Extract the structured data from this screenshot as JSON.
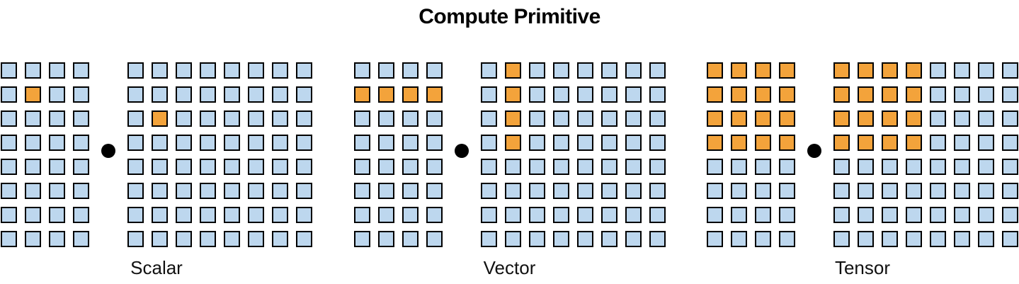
{
  "title": "Compute Primitive",
  "operator_symbol": "•",
  "colors": {
    "square_fill": "#BDD7EE",
    "square_highlight": "#F3A33B",
    "square_border": "#000000",
    "operator_dot": "#000000"
  },
  "groups": [
    {
      "label": "Scalar",
      "left_grid": {
        "rows": 8,
        "cols": 4,
        "highlighted": [
          [
            1,
            1
          ]
        ]
      },
      "right_grid": {
        "rows": 8,
        "cols": 8,
        "highlighted": [
          [
            2,
            1
          ]
        ]
      }
    },
    {
      "label": "Vector",
      "left_grid": {
        "rows": 8,
        "cols": 4,
        "highlighted": [
          [
            1,
            0
          ],
          [
            1,
            1
          ],
          [
            1,
            2
          ],
          [
            1,
            3
          ]
        ]
      },
      "right_grid": {
        "rows": 8,
        "cols": 8,
        "highlighted": [
          [
            0,
            1
          ],
          [
            1,
            1
          ],
          [
            2,
            1
          ],
          [
            3,
            1
          ]
        ]
      }
    },
    {
      "label": "Tensor",
      "left_grid": {
        "rows": 8,
        "cols": 4,
        "highlighted": [
          [
            0,
            0
          ],
          [
            0,
            1
          ],
          [
            0,
            2
          ],
          [
            0,
            3
          ],
          [
            1,
            0
          ],
          [
            1,
            1
          ],
          [
            1,
            2
          ],
          [
            1,
            3
          ],
          [
            2,
            0
          ],
          [
            2,
            1
          ],
          [
            2,
            2
          ],
          [
            2,
            3
          ],
          [
            3,
            0
          ],
          [
            3,
            1
          ],
          [
            3,
            2
          ],
          [
            3,
            3
          ]
        ]
      },
      "right_grid": {
        "rows": 8,
        "cols": 8,
        "highlighted": [
          [
            0,
            0
          ],
          [
            0,
            1
          ],
          [
            0,
            2
          ],
          [
            0,
            3
          ],
          [
            1,
            0
          ],
          [
            1,
            1
          ],
          [
            1,
            2
          ],
          [
            1,
            3
          ],
          [
            2,
            0
          ],
          [
            2,
            1
          ],
          [
            2,
            2
          ],
          [
            2,
            3
          ],
          [
            3,
            0
          ],
          [
            3,
            1
          ],
          [
            3,
            2
          ],
          [
            3,
            3
          ]
        ]
      }
    }
  ]
}
